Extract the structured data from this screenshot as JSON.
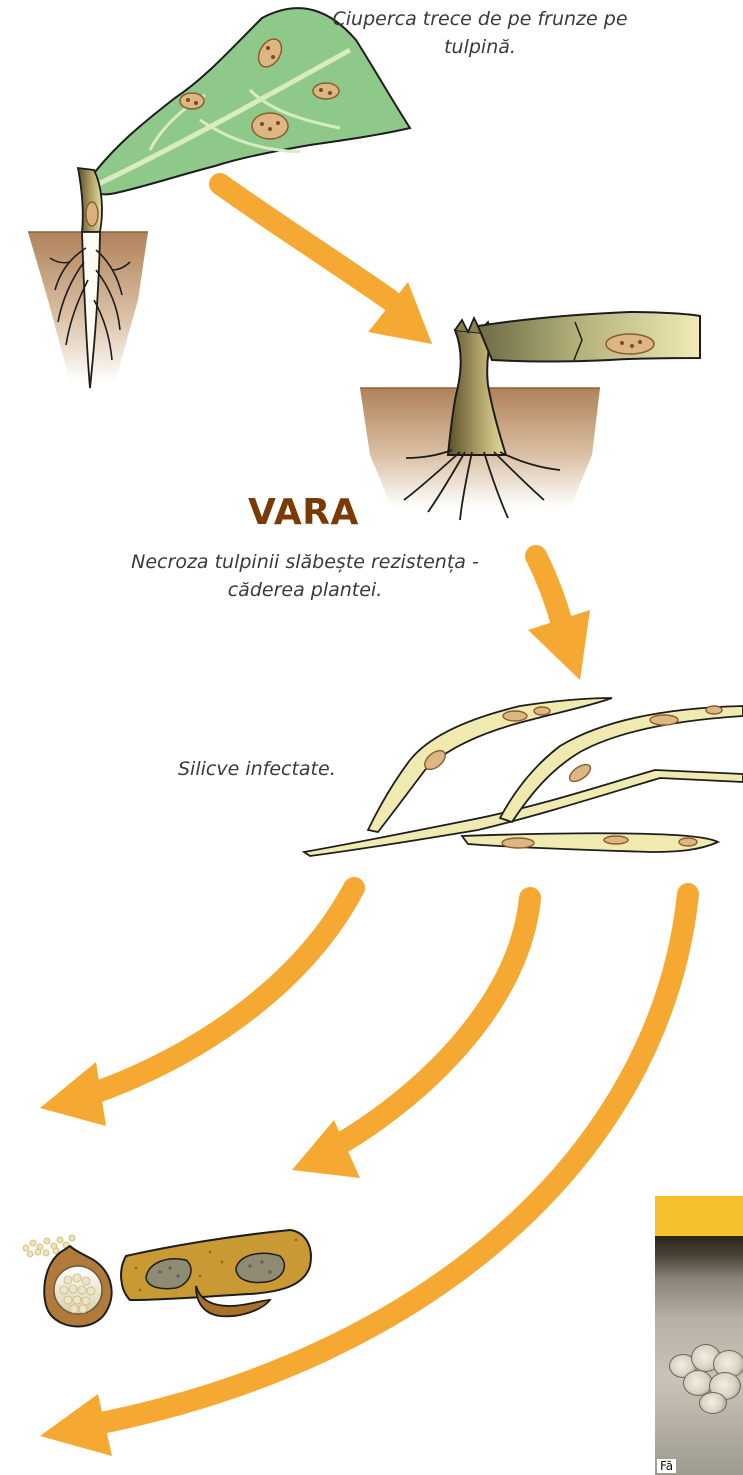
{
  "captions": {
    "leaf_to_stem": "Ciuperca trece de pe frunze pe tulpină.",
    "stem_necrosis": "Necroza tulpinii slăbește rezistența - căderea plantei.",
    "pods": "Silicve infectate."
  },
  "season_label": "VARA",
  "photo": {
    "band_color": "#f6bf2c",
    "caption_fragment": "Fă"
  },
  "colors": {
    "arrow": "#f6a932",
    "season_label": "#7a3a06",
    "leaf": "#8fc98a",
    "pod": "#f0eab0",
    "soil_top": "#b88a5f"
  }
}
